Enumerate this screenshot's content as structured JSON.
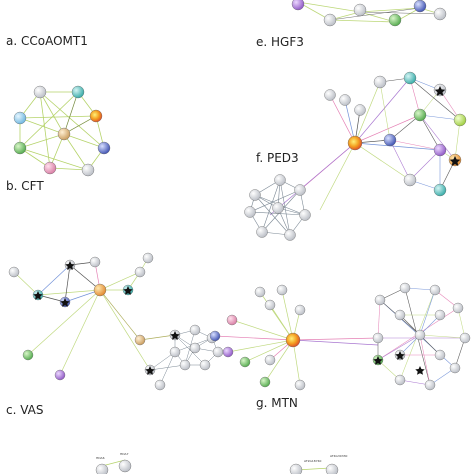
{
  "panels": [
    {
      "id": "a",
      "label": "a. CCoAOMT1"
    },
    {
      "id": "b",
      "label": "b. CFT"
    },
    {
      "id": "c",
      "label": "c. VAS"
    },
    {
      "id": "e",
      "label": "e. HGF3"
    },
    {
      "id": "f",
      "label": "f. PED3"
    },
    {
      "id": "g",
      "label": "g. MTN"
    }
  ],
  "bottom_labels": [
    "AT2G18740",
    "AT4G30330",
    "HDA6",
    "HDA7"
  ],
  "colors": {
    "edge_green": "#b5d36a",
    "edge_black": "#333333",
    "edge_blue": "#5b7fd1",
    "edge_pink": "#e06aa8",
    "edge_purple": "#9a5fc8",
    "edge_olive": "#a0a040"
  }
}
